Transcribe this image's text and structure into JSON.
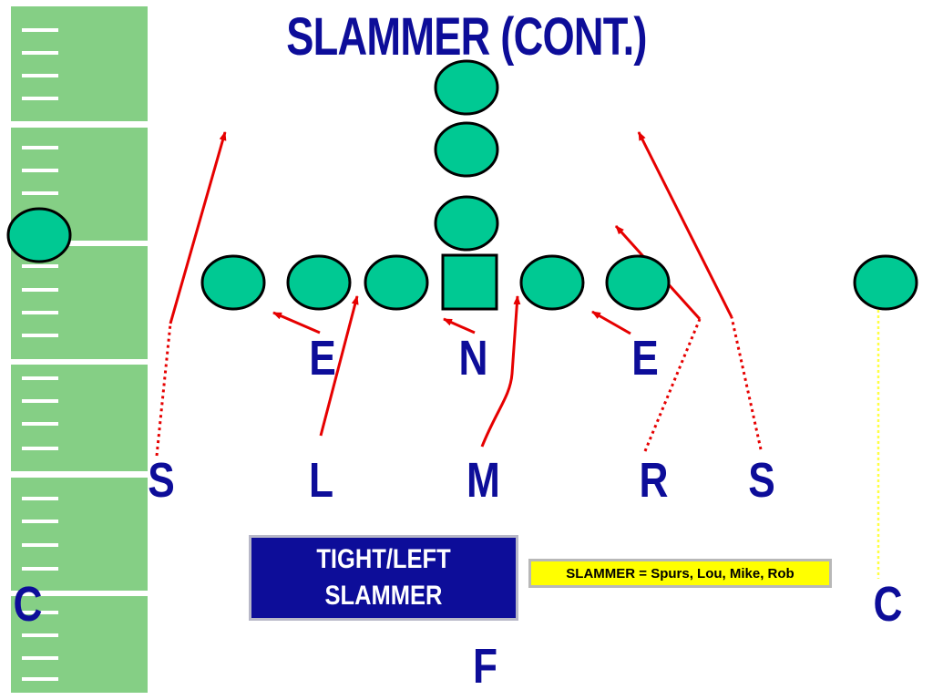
{
  "slide": {
    "title": "SLAMMER (CONT.)"
  },
  "colors": {
    "title": "#0d0d99",
    "field_green": "#85cf85",
    "player_fill": "#00c993",
    "route": "#e60000",
    "dotted_route": "#e60000",
    "cover_line": "#ffff44",
    "play_box": "#0d0d99",
    "legend_box": "#ffff00"
  },
  "defense_labels": {
    "end_left": "E",
    "nose": "N",
    "end_right": "E",
    "safety_left": "S",
    "linebacker_l": "L",
    "linebacker_m": "M",
    "linebacker_r": "R",
    "safety_right": "S",
    "corner_left": "C",
    "corner_right": "C",
    "free_safety": "F"
  },
  "play_box": {
    "line1": "TIGHT/LEFT",
    "line2": "SLAMMER"
  },
  "legend": {
    "text": "SLAMMER = Spurs, Lou, Mike, Rob"
  },
  "icons": {
    "offense_player": "circle",
    "center": "square",
    "route_end": "arrowhead"
  }
}
